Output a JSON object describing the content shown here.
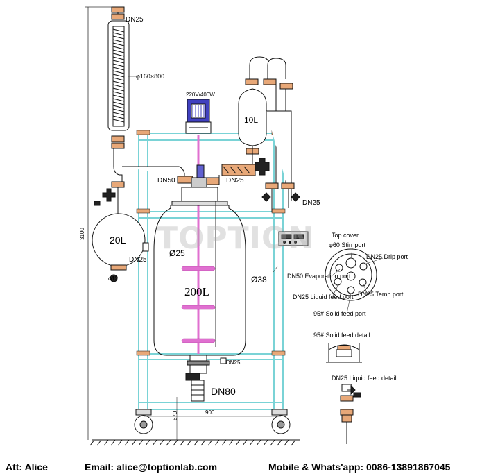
{
  "colors": {
    "frame": "#7ad3d6",
    "flange": "#e8a878",
    "pink_shaft": "#e070d0",
    "motor_blue": "#4040c0",
    "line": "#111111",
    "watermark": "#b0b0b0"
  },
  "watermark_text": "TOPTION",
  "labels": {
    "dn25_top": "DN25",
    "condenser_size": "φ160×800",
    "height": "3100",
    "motor_power": "220V/400W",
    "flask_10l": "10L",
    "dn50": "DN50",
    "dn25_mid": "DN25",
    "dn25_right": "DN25",
    "flask_20l": "20L",
    "dn25_left": "DN25",
    "phi12": "φ12",
    "phi25": "Ø25",
    "reactor_200l": "200L",
    "phi38": "Ø38",
    "dn25_bottom": "DN25",
    "dn80": "DN80",
    "width": "900",
    "bottom_height": "670"
  },
  "top_cover": {
    "title": "Top cover",
    "ports": [
      "φ60 Stirr port",
      "DN25 Drip port",
      "DN50 Evaporation port",
      "DN25 Liquid feed port",
      "DN25 Temp port",
      "95# Solid feed port"
    ]
  },
  "details": {
    "solid_feed": "95# Solid feed detail",
    "liquid_feed": "DN25 Liquid feed detail"
  },
  "footer": {
    "att": "Att: Alice",
    "email": "Email: alice@toptionlab.com",
    "mobile": "Mobile & Whats'app: 0086-13891867045"
  }
}
